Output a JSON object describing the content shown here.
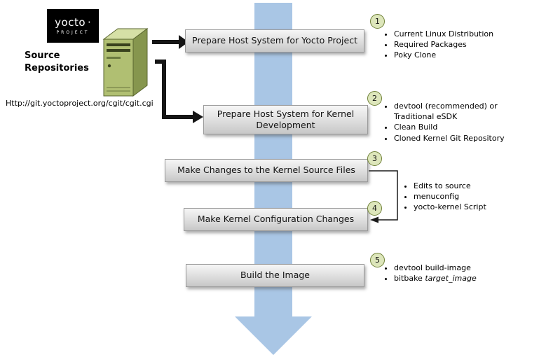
{
  "logo": {
    "brand": "yocto",
    "dot": "·",
    "subtitle": "PROJECT"
  },
  "source_repo": {
    "title": "Source Repositories",
    "url": "Http://git.yoctoproject.org/cgit/cgit.cgi"
  },
  "steps": [
    {
      "num": "1",
      "label": "Prepare Host System for Yocto Project",
      "bullets": [
        "Current Linux Distribution",
        "Required Packages",
        "Poky Clone"
      ]
    },
    {
      "num": "2",
      "label": "Prepare Host System for Kernel Development",
      "bullets": [
        "devtool (recommended) or Traditional eSDK",
        "Clean Build",
        "Cloned Kernel Git Repository"
      ]
    },
    {
      "num": "3",
      "label": "Make Changes to the Kernel Source Files"
    },
    {
      "num": "4",
      "label": "Make Kernel Configuration Changes"
    },
    {
      "num": "5",
      "label": "Build the Image",
      "bullets": [
        "devtool build-image"
      ],
      "bullet_rich": {
        "prefix": "bitbake ",
        "italic": "target_image"
      }
    }
  ],
  "shared": {
    "items": [
      "Edits to source",
      "menuconfig",
      "yocto-kernel Script"
    ]
  },
  "colors": {
    "flow_arrow": "#a9c6e5",
    "connector_black": "#151515",
    "box_border": "#9b9b9b",
    "circle_fill": "#dde6bb",
    "circle_border": "#71823a",
    "server_front": "#b0bf72",
    "server_top": "#d6e0a6",
    "server_side": "#86964e",
    "logo_bg": "#000000"
  }
}
